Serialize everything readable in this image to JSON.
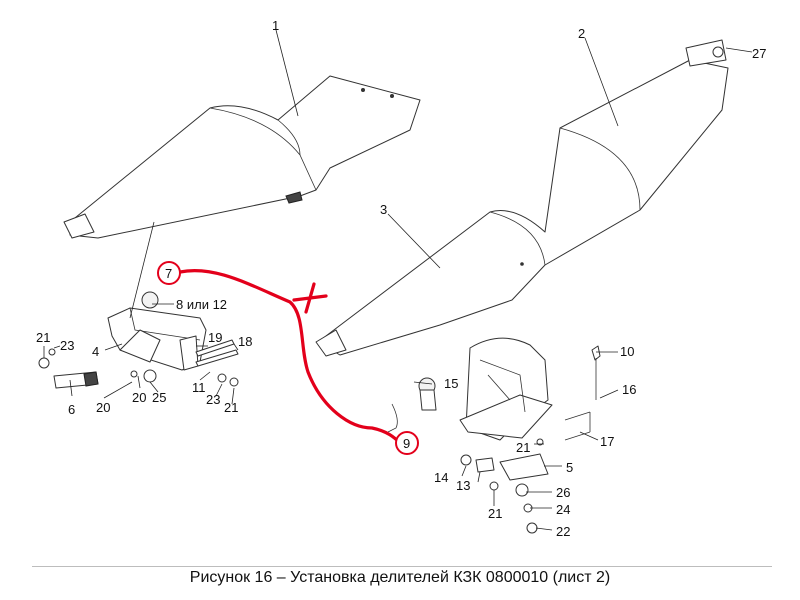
{
  "caption": "Рисунок 16 – Установка делителей КЗК 0800010 (лист 2)",
  "callouts": {
    "c1": "1",
    "c2": "2",
    "c3": "3",
    "c4": "4",
    "c5": "5",
    "c6": "6",
    "c7": "7",
    "c8": "8 или 12",
    "c9": "9",
    "c10": "10",
    "c11": "11",
    "c13": "13",
    "c14": "14",
    "c15": "15",
    "c16": "16",
    "c17": "17",
    "c18": "18",
    "c19": "19",
    "c20a": "20",
    "c20b": "20",
    "c21a": "21",
    "c21b": "21",
    "c21c": "21",
    "c21d": "21",
    "c22": "22",
    "c23a": "23",
    "c23b": "23",
    "c24": "24",
    "c25": "25",
    "c26": "26",
    "c27": "27"
  },
  "annotation_color": "#e3001b"
}
